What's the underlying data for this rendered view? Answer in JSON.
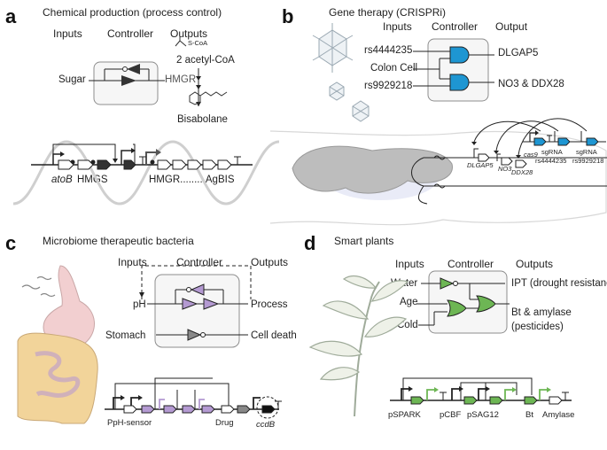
{
  "panel_a": {
    "letter": "a",
    "title": "Chemical production (process control)",
    "headers": {
      "inputs": "Inputs",
      "controller": "Controller",
      "outputs": "Outputs"
    },
    "input": "Sugar",
    "controller_out": "HMGR",
    "chem_small": "S-CoA",
    "intermediate": "2 acetyl-CoA",
    "product": "Bisabolane",
    "gene_labels": {
      "atob": "atoB",
      "hmgs": "HMGS",
      "hmgr_range": "HMGR.........AgBIS"
    }
  },
  "panel_b": {
    "letter": "b",
    "title": "Gene therapy (CRISPRi)",
    "headers": {
      "inputs": "Inputs",
      "controller": "Controller",
      "output": "Output"
    },
    "inputs": [
      "rs4444235",
      "Colon Cell",
      "rs9929218"
    ],
    "outputs": [
      "DLGAP5",
      "NO3 & DDX28"
    ],
    "circuit": {
      "cas9": "cas9",
      "sg1": "sgRNA",
      "sg1_id": "rs4444235",
      "sg2": "sgRNA",
      "sg2_id": "rs9929218",
      "targets": [
        "DLGAP5",
        "NO3",
        "DDX28"
      ]
    },
    "colors": {
      "gate": "#1e96d2"
    }
  },
  "panel_c": {
    "letter": "c",
    "title": "Microbiome therapeutic bacteria",
    "headers": {
      "inputs": "Inputs",
      "controller": "Controller",
      "outputs": "Outputs"
    },
    "inputs": [
      "pH",
      "Stomach"
    ],
    "outputs": [
      "Process",
      "Cell death"
    ],
    "circuit": {
      "sensor": "PpH-sensor",
      "drug": "Drug",
      "ccdb": "ccdB"
    },
    "colors": {
      "gate": "#b49ad2"
    }
  },
  "panel_d": {
    "letter": "d",
    "title": "Smart plants",
    "headers": {
      "inputs": "Inputs",
      "controller": "Controller",
      "outputs": "Outputs"
    },
    "inputs": [
      "Water",
      "Age",
      "Cold"
    ],
    "outputs": [
      "IPT (drought resistance)",
      "Bt & amylase",
      "(pesticides)"
    ],
    "circuit": {
      "p1": "pSPARK",
      "p2": "pCBF",
      "p3": "pSAG12",
      "g1": "Bt",
      "g2": "Amylase"
    },
    "colors": {
      "gate": "#6db654"
    }
  }
}
